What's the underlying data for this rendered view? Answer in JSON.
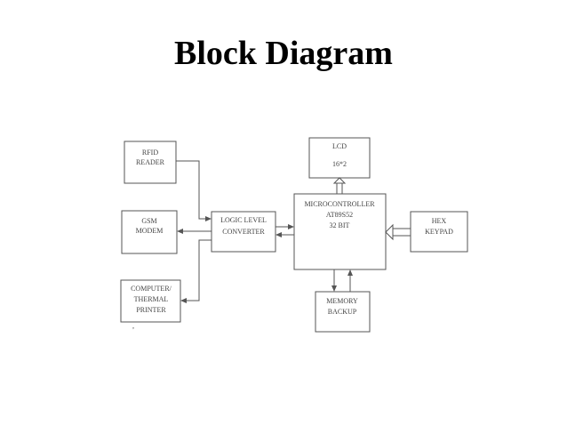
{
  "title": "Block Diagram",
  "blocks": {
    "rfid": [
      "RFID",
      "READER"
    ],
    "gsm": [
      "GSM",
      "MODEM"
    ],
    "computer": [
      "COMPUTER/",
      "THERMAL",
      "PRINTER"
    ],
    "logic": [
      "LOGIC LEVEL",
      "CONVERTER"
    ],
    "lcd": [
      "LCD",
      "16*2"
    ],
    "mcu": [
      "MICROCONTROLLER",
      "AT89S52",
      "32 BIT"
    ],
    "hex": [
      "HEX",
      "KEYPAD"
    ],
    "memory": [
      "MEMORY",
      "BACKUP"
    ]
  },
  "colors": {
    "line": "#555555",
    "text": "#444444",
    "title": "#000000"
  }
}
